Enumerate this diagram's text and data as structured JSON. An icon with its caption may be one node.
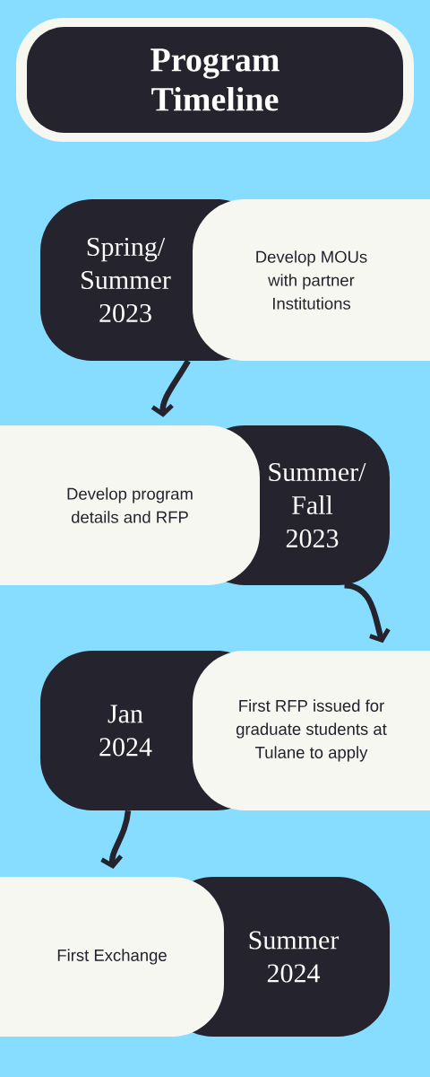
{
  "diagram": {
    "title": "Program Timeline",
    "nodes": [
      {
        "text": [
          "Spring/ Summer 2023"
        ]
      },
      {
        "text": [
          "Develop MOUs with partner Institutions"
        ]
      },
      {
        "text": [
          "Develop program details and RFP"
        ]
      },
      {
        "text": [
          "Summer/ Fall 2023"
        ]
      },
      {
        "text": [
          "Jan 2024"
        ]
      },
      {
        "text": [
          "First RFP issued for graduate students at Tulane to apply"
        ]
      },
      {
        "text": [
          "First Exchange"
        ]
      },
      {
        "text": [
          "Summer 2024"
        ]
      }
    ],
    "edges": [
      {
        "from": 0,
        "to": 2,
        "arrow": "to"
      },
      {
        "from": 3,
        "to": 5,
        "arrow": "to"
      },
      {
        "from": 4,
        "to": 6,
        "arrow": "to"
      }
    ]
  }
}
